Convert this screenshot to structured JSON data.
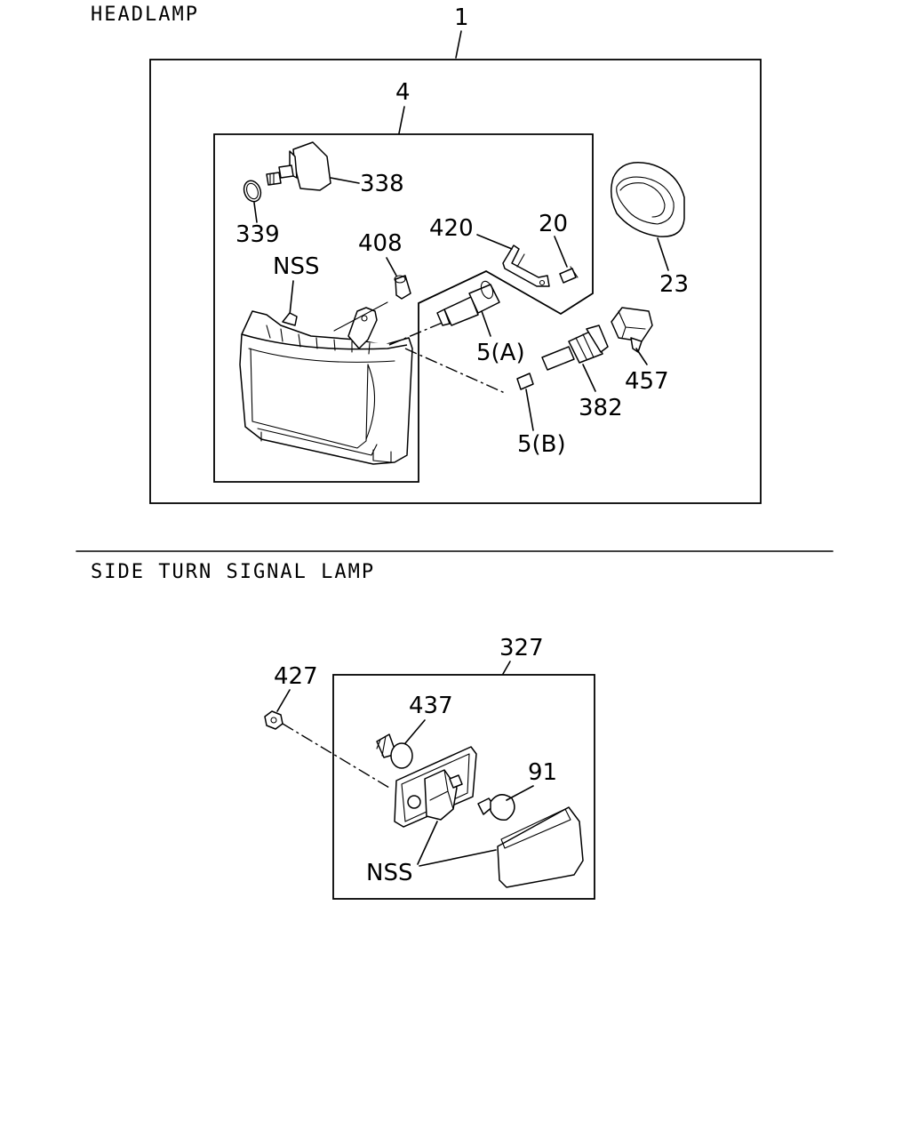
{
  "sections": {
    "headlamp": "HEADLAMP",
    "side_turn": "SIDE TURN SIGNAL LAMP"
  },
  "callouts": {
    "c1": "1",
    "c4": "4",
    "c338": "338",
    "c339": "339",
    "c408": "408",
    "c420": "420",
    "c20": "20",
    "c23": "23",
    "nss_head": "NSS",
    "c5a": "5(A)",
    "c5b": "5(B)",
    "c382": "382",
    "c457": "457",
    "c327": "327",
    "c427": "427",
    "c437": "437",
    "c91": "91",
    "nss_side": "NSS"
  }
}
